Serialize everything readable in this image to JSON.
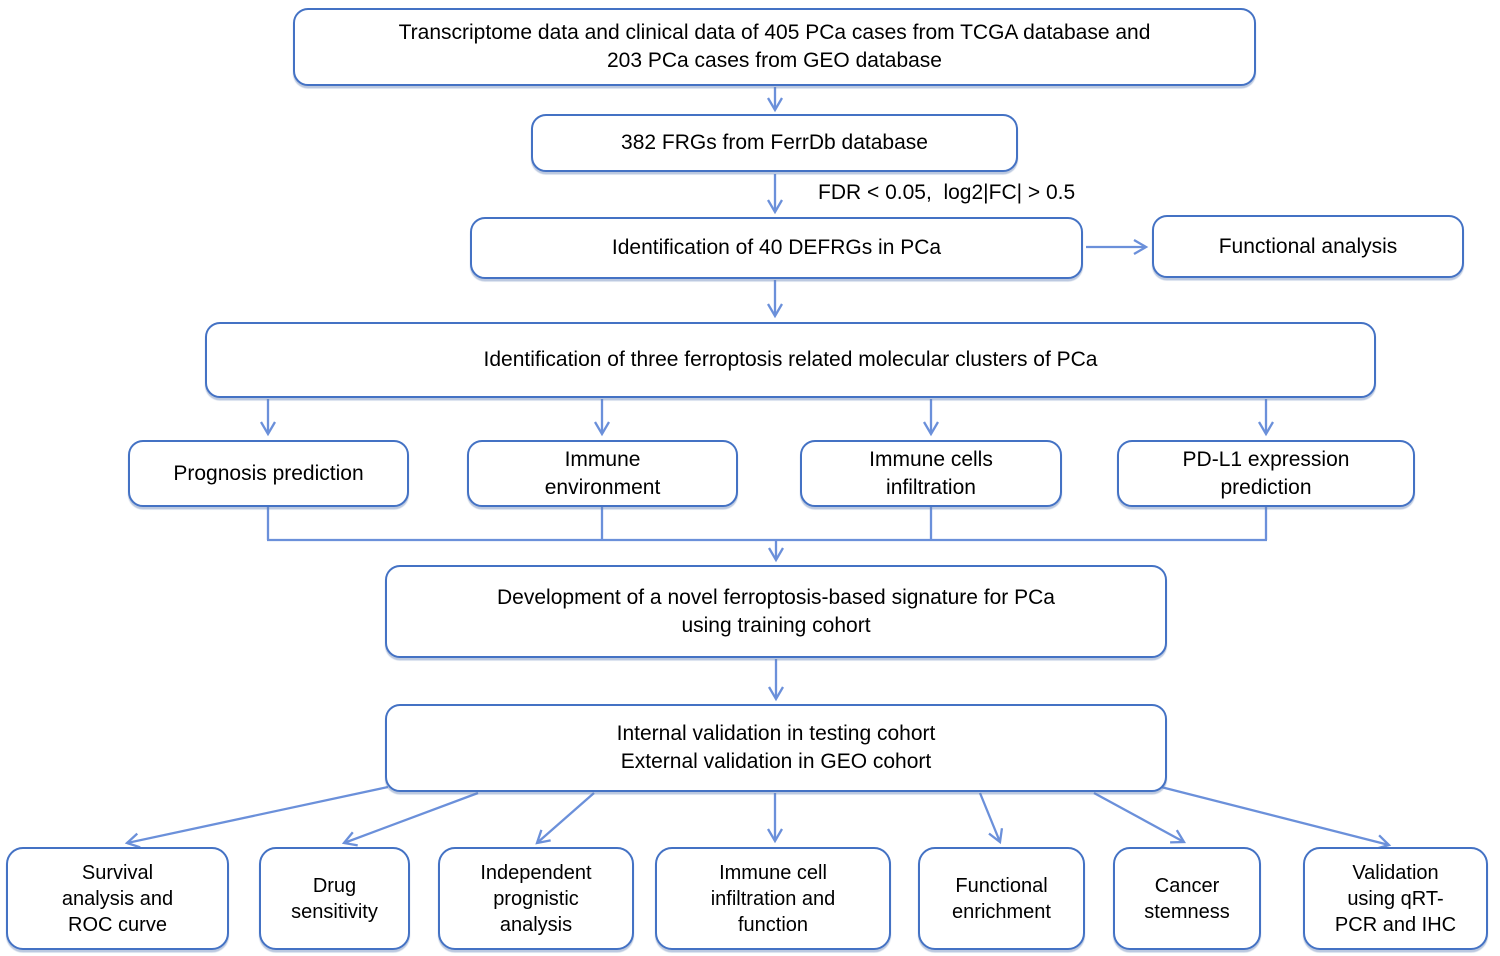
{
  "figure": {
    "type": "flowchart",
    "nodes": {
      "transcriptome": {
        "lines": [
          "Transcriptome data and clinical data of 405 PCa cases from TCGA database and",
          "203 PCa cases from GEO database"
        ]
      },
      "frgs": {
        "lines": [
          "382 FRGs from FerrDb database"
        ]
      },
      "defrgs": {
        "lines": [
          "Identification of 40 DEFRGs in PCa"
        ]
      },
      "functional_analysis": {
        "lines": [
          "Functional analysis"
        ]
      },
      "clusters": {
        "lines": [
          "Identification of three ferroptosis related molecular clusters of PCa"
        ]
      },
      "prognosis": {
        "lines": [
          "Prognosis prediction"
        ]
      },
      "immune_environment": {
        "lines": [
          "Immune",
          "environment"
        ]
      },
      "immune_cells": {
        "lines": [
          "Immune cells",
          "infiltration"
        ]
      },
      "pdl1": {
        "lines": [
          "PD-L1 expression",
          "prediction"
        ]
      },
      "development": {
        "lines": [
          "Development of a novel ferroptosis-based signature for PCa",
          "using training cohort"
        ]
      },
      "validation": {
        "lines": [
          "Internal validation in testing cohort",
          "External validation in GEO cohort"
        ]
      },
      "survival": {
        "lines": [
          "Survival",
          "analysis and",
          "ROC curve"
        ]
      },
      "drug": {
        "lines": [
          "Drug",
          "sensitivity"
        ]
      },
      "independent": {
        "lines": [
          "Independent",
          "prognistic",
          "analysis"
        ]
      },
      "immune_function": {
        "lines": [
          "Immune cell",
          "infiltration and",
          "function"
        ]
      },
      "enrichment": {
        "lines": [
          "Functional",
          "enrichment"
        ]
      },
      "stemness": {
        "lines": [
          "Cancer",
          "stemness"
        ]
      },
      "qrt_pcr": {
        "lines": [
          "Validation",
          "using qRT-",
          "PCR and IHC"
        ]
      }
    },
    "labels": {
      "filter_criteria": "FDR < 0.05,  log2|FC| > 0.5"
    },
    "colors": {
      "box_border": "#4472C4",
      "arrow": "#6B90DA",
      "text": "#000000",
      "background": "#FFFFFF"
    }
  }
}
